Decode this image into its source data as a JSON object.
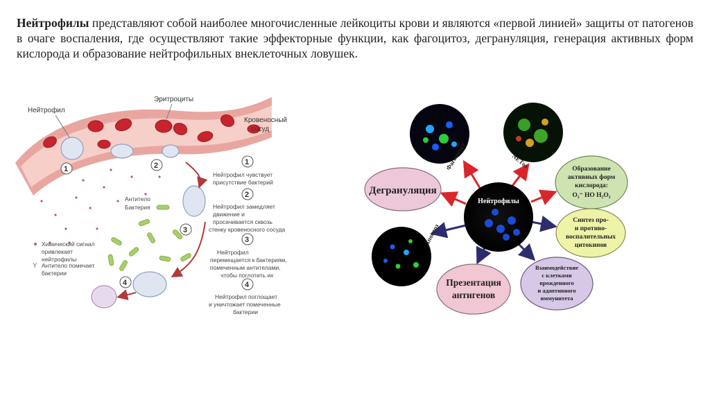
{
  "intro": {
    "term": "Нейтрофилы",
    "text": " представляют собой наиболее многочисленные лейкоциты крови и являются «первой линией» защиты от патогенов в очаге воспаления, где осуществляют такие эффекторные функции, как фагоцитоз, дегрануляция, генерация активных форм кислорода и образование нейтрофильных внеклеточных ловушек."
  },
  "left_diagram": {
    "label_neutrophil": "Нейтрофил",
    "label_erythrocytes": "Эритроциты",
    "label_vessel_1": "Кровеносный",
    "label_vessel_2": "сосуд",
    "label_antibody": "Антитело",
    "label_bacterium": "Бактерия",
    "legend_signal": [
      "Химический сигнал",
      "привлекает",
      "нейтрофилы"
    ],
    "legend_antibody": [
      "Антитело помечает",
      "бактерии"
    ],
    "steps": [
      {
        "num": "1",
        "lines": [
          "Нейтрофил чувствует",
          "присутствие бактерий"
        ]
      },
      {
        "num": "2",
        "lines": [
          "Нейтрофил замедляет",
          "движение и",
          "просачивается сквозь",
          "стенку кровеносного сосуда"
        ]
      },
      {
        "num": "3",
        "lines": [
          "Нейтрофил",
          "перемещается к бактериям,",
          "помеченным антителами,",
          "чтобы поглотить их"
        ]
      },
      {
        "num": "4",
        "lines": [
          "Нейтрофил поглощает",
          "и уничтожает помеченные",
          "бактерии"
        ]
      }
    ]
  },
  "right_diagram": {
    "center": "Нейтрофилы",
    "phagocytosis": "Фагоцитоз",
    "netosis": "NETоз",
    "apoptosis": "Апоптоз",
    "degranulation": "Дегрануляция",
    "ros": [
      "Образование",
      "активных форм",
      "кислорода:"
    ],
    "ros_formula": "O₂⁻  HO  H₂O₂",
    "cytokines": [
      "Синтез про-",
      "и противо-",
      "воспалительных",
      "цитокинов"
    ],
    "interaction": [
      "Взаимодействие",
      "с клетками",
      "врожденного",
      "и адаптивного",
      "иммунитета"
    ],
    "presentation": [
      "Презентация",
      "антигенов"
    ],
    "colors": {
      "degranulation": "#ecc8d8",
      "ros": "#cfe3b2",
      "cytokines": "#eef3a8",
      "interaction": "#d6c8e6",
      "presentation": "#f1c7d3",
      "arrow_red": "#d9262b",
      "arrow_navy": "#2d2d6e"
    }
  }
}
